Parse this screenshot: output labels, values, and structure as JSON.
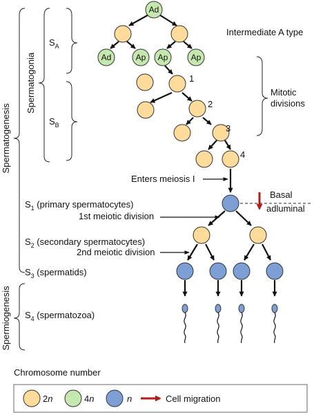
{
  "colors": {
    "diploid": "#fddb9a",
    "tetraploid": "#c5e8b0",
    "haploid": "#7d9fd6",
    "migration": "#b01c1c"
  },
  "labels": {
    "ad": "Ad",
    "ap": "Ap",
    "intermediate": "Intermediate A type",
    "mitotic_line1": "Mitotic",
    "mitotic_line2": "divisions",
    "n1": "1",
    "n2": "2",
    "n3": "3",
    "n4": "4",
    "enters_meiosis": "Enters meiosis I",
    "basal": "Basal",
    "adluminal": "adluminal",
    "first_meiotic": "1st meiotic division",
    "second_meiotic": "2nd meiotic division",
    "spermatogenesis": "Spermatogenesis",
    "spermatogonia": "Spermatogonia",
    "spermiogenesis": "Spermiogenesis",
    "sa_base": "S",
    "sa_sub": "A",
    "sb_base": "S",
    "sb_sub": "B",
    "s1_base": "S",
    "s1_sub": "1",
    "s1_text": " (primary spermatocytes)",
    "s2_base": "S",
    "s2_sub": "2",
    "s2_text": " (secondary spermatocytes)",
    "s3_base": "S",
    "s3_sub": "3",
    "s3_text": " (spermatids)",
    "s4_base": "S",
    "s4_sub": "4",
    "s4_text": " (spermatozoa)"
  },
  "legend": {
    "title": "Chromosome number",
    "diploid_num": "2",
    "diploid_var": "n",
    "tetraploid_num": "4",
    "tetraploid_var": "n",
    "haploid_var": "n",
    "migration": "Cell migration"
  }
}
